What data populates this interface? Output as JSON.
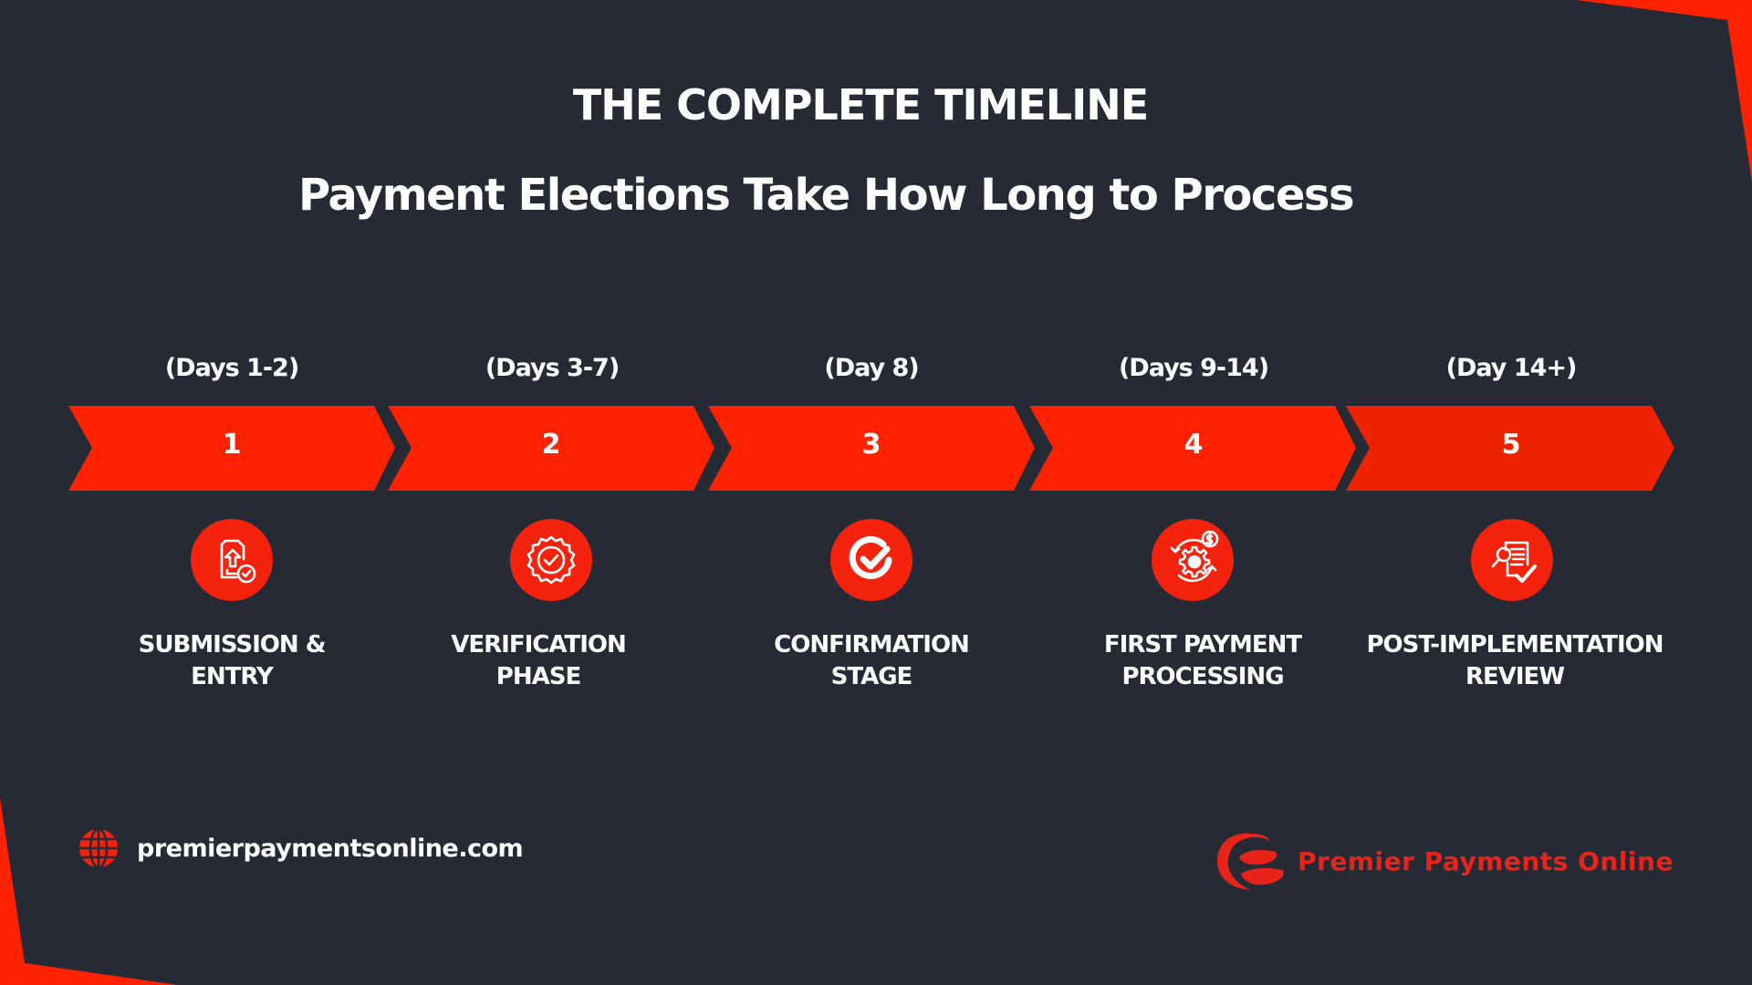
{
  "header": {
    "title": "THE COMPLETE TIMELINE",
    "subtitle": "Payment Elections Take How Long to Process"
  },
  "colors": {
    "background": "#262a35",
    "accent_red": "#ff2200",
    "accent_red_last": "#ee2200",
    "icon_red": "#f5230d",
    "text": "#ffffff",
    "brand": "#e8241a"
  },
  "steps": [
    {
      "number": "1",
      "days": "(Days 1-2)",
      "label_line1": "SUBMISSION &",
      "label_line2": "ENTRY",
      "icon": "document-upload-check-icon"
    },
    {
      "number": "2",
      "days": "(Days 3-7)",
      "label_line1": "VERIFICATION",
      "label_line2": "PHASE",
      "icon": "verified-badge-icon"
    },
    {
      "number": "3",
      "days": "(Day 8)",
      "label_line1": "CONFIRMATION",
      "label_line2": "STAGE",
      "icon": "check-circle-icon"
    },
    {
      "number": "4",
      "days": "(Days 9-14)",
      "label_line1": "FIRST PAYMENT",
      "label_line2": "PROCESSING",
      "icon": "gear-dollar-cycle-icon"
    },
    {
      "number": "5",
      "days": "(Day 14+)",
      "label_line1": "POST-IMPLEMENTATION",
      "label_line2": "REVIEW",
      "icon": "document-review-icon"
    }
  ],
  "footer": {
    "website": "premierpaymentsonline.com",
    "website_icon": "globe-icon",
    "brand_name": "Premier Payments Online",
    "brand_icon": "premier-logo-icon"
  }
}
